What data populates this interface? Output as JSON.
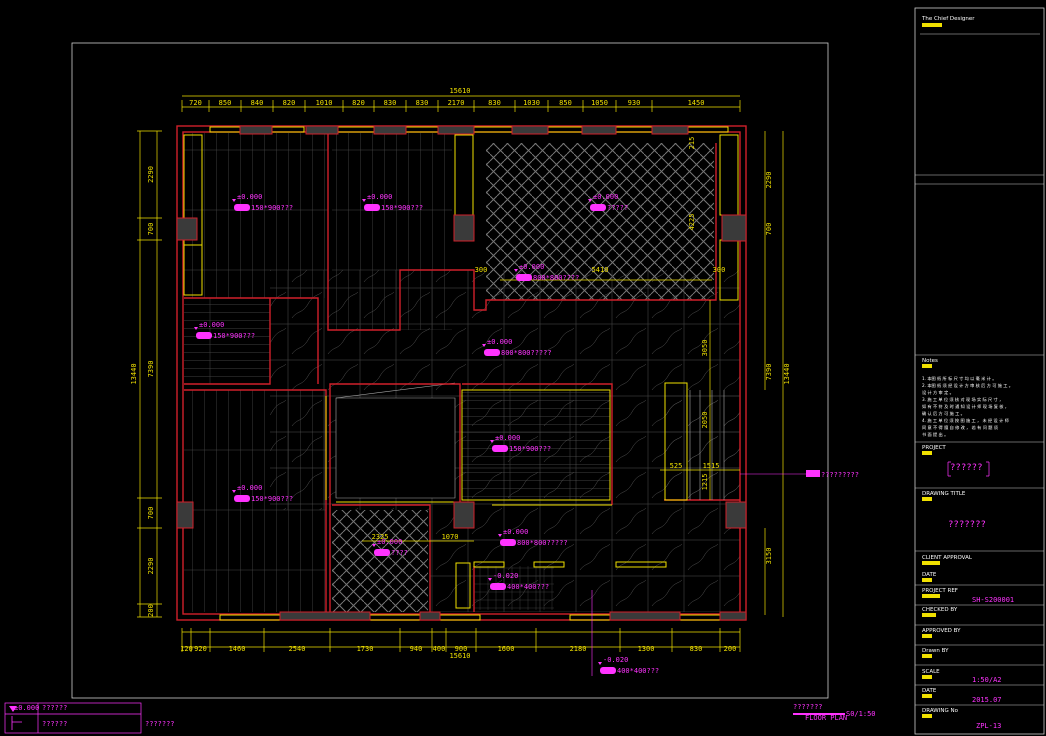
{
  "colors": {
    "background": "#000000",
    "wall": "#d0202a",
    "dimension": "#f0e000",
    "annotation": "#ff33ff",
    "frame": "#ffffff",
    "floor_lines": "#808080"
  },
  "dimensions": {
    "top_total": "15610",
    "top_segments": [
      "720",
      "850",
      "840",
      "820",
      "1010",
      "820",
      "830",
      "830",
      "2170",
      "830",
      "1030",
      "850",
      "1050",
      "930",
      "1450"
    ],
    "bottom_total": "15610",
    "bottom_segments": [
      "120",
      "920",
      "1460",
      "2540",
      "1730",
      "940",
      "400",
      "900",
      "1600",
      "2180",
      "1300",
      "830",
      "200"
    ],
    "left_total": "13440",
    "left_segments": [
      "2290",
      "700",
      "7390",
      "700",
      "2290",
      "200"
    ],
    "right_total": "13440",
    "right_segments": [
      "2290",
      "700",
      "7390"
    ],
    "right_extra": "3150"
  },
  "inner_dims": {
    "d215": "215",
    "d4225": "4225",
    "d300a": "300",
    "d5410": "5410",
    "d300b": "300",
    "d3050": "3050",
    "d2050": "2050",
    "d525": "525",
    "d1515": "1515",
    "d1215": "1215",
    "d2325": "2325",
    "d1070": "1070"
  },
  "annotations": [
    {
      "level": "±0.000",
      "label": "150*900???"
    },
    {
      "level": "±0.000",
      "label": "150*900???"
    },
    {
      "level": "±0.000",
      "label": "?????"
    },
    {
      "level": "±0.000",
      "label": "800*800????"
    },
    {
      "level": "±0.000",
      "label": "150*900???"
    },
    {
      "level": "±0.000",
      "label": "800*800?????"
    },
    {
      "level": "±0.000",
      "label": "150*900???"
    },
    {
      "level": "±0.000",
      "label": "150*900???"
    },
    {
      "level": "±0.000",
      "label": "????"
    },
    {
      "level": "±0.000",
      "label": "800*800?????"
    },
    {
      "level": "-0.020",
      "label": "400*400???"
    },
    {
      "level": "-0.020",
      "label": "400*400???"
    }
  ],
  "callout_right": "?????????",
  "legend": {
    "level_mark": "±0.000",
    "row1_text": "??????",
    "row2_text": "??????",
    "side_text": "???????"
  },
  "floor_plan_label": {
    "title": "???????",
    "subtitle": "FLOOR PLAN",
    "scale": "S0/1:50"
  },
  "title_block": {
    "designer_label": "The Chief Designer",
    "notes_title": "Notes",
    "notes": [
      "1. 本图 纸 所 标 尺 寸 均 以 毫 米 计 。",
      "2. 本图 纸 须 经 设 计 方 审 核 后 方 可 施 工 。",
      "   设 计 方 审 定 。",
      "3. 施 工 单 位 须 核 对 现 场 实 际 尺 寸 ，",
      "   如 有 不 符 及 时 通 知 设 计 师 现 场 复 核 ，",
      "   确 认 后 方 可 施 工 。",
      "4. 施 工 单 位 须 按 图 施 工 ， 未 经 设 计 师",
      "   同 意 不 得 擅 自 修 改 ， 若 有 问 题 须",
      "   书 面 提 出 。"
    ],
    "project_label": "PROJECT",
    "project_value": "??????",
    "drawing_title_label": "DRAWING TITLE",
    "drawing_title_value": "???????",
    "client_label": "CLIENT APPROVAL",
    "date_label": "DATE",
    "project_ref_label": "PROJECT REF",
    "project_ref_value": "SH-S200001",
    "checked_label": "CHECKED BY",
    "approved_label": "APPROVED BY",
    "drawn_label": "Drawn BY",
    "scale_label": "SCALE",
    "scale_value": "1:50/A2",
    "date2_label": "DATE",
    "date_value": "2015.07",
    "drawing_no_label": "DRAWING No",
    "drawing_no_value": "ZPL-13"
  }
}
